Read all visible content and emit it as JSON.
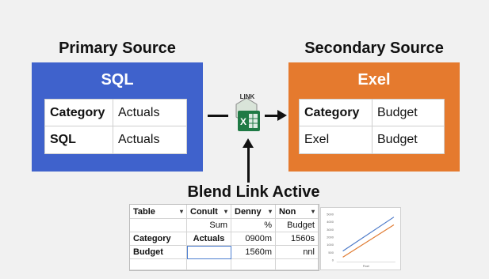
{
  "primary": {
    "title": "Primary Source",
    "heading": "SQL",
    "rows": [
      {
        "field": "Category",
        "value": "Actuals"
      },
      {
        "field": "SQL",
        "value": "Actuals"
      }
    ]
  },
  "secondary": {
    "title": "Secondary Source",
    "heading": "Exel",
    "rows": [
      {
        "field": "Category",
        "value": "Budget"
      },
      {
        "field": "Exel",
        "value": "Budget"
      }
    ]
  },
  "link_icon": {
    "label": "LINK",
    "glyph": "X"
  },
  "blend_label": "Blend Link Active",
  "grid": {
    "headers": [
      "Table",
      "Conult",
      "Denny",
      "Non"
    ],
    "rows": [
      [
        "",
        "Sum",
        "%",
        "Budget"
      ],
      [
        "Category",
        "Actuals",
        "0900m",
        "1560s"
      ],
      [
        "Budget",
        "",
        "1560m",
        "nnl"
      ],
      [
        "",
        "",
        "",
        ""
      ]
    ]
  },
  "mini_chart": {
    "y_ticks": [
      "5000",
      "4000",
      "3000",
      "2000",
      "1000",
      "500",
      "0"
    ],
    "x_label": "Fixel",
    "series_colors": [
      "#4a78c8",
      "#e07a30"
    ]
  },
  "colors": {
    "primary": "#3f62cc",
    "secondary": "#e57a2e",
    "excel": "#1f7a45"
  }
}
